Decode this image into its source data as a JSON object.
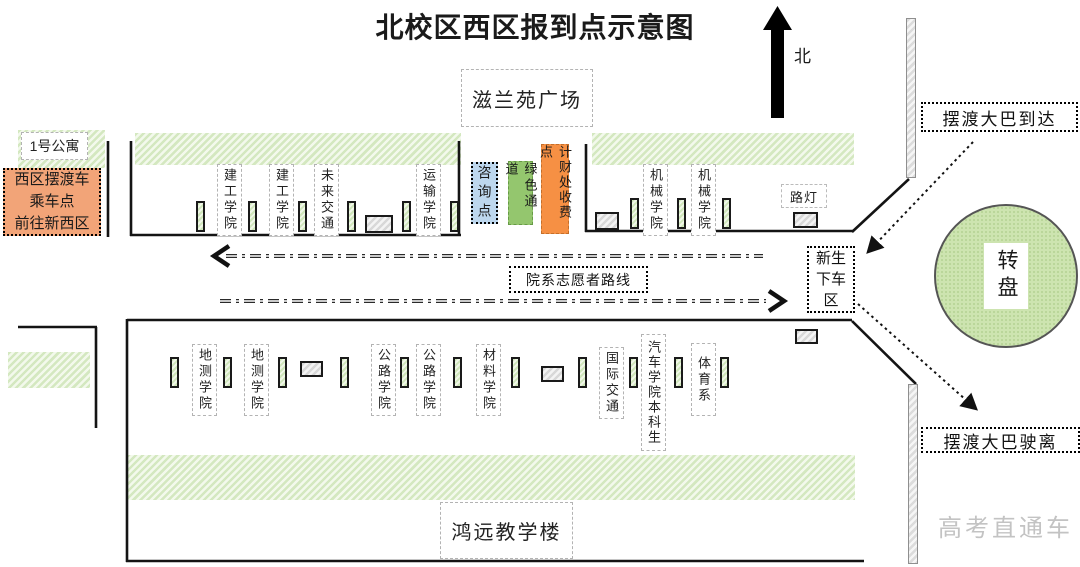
{
  "title": "北校区西区报到点示意图",
  "compass": {
    "north_label": "北"
  },
  "watermark": "高考直通车",
  "boxes": {
    "plaza": "滋兰苑广场",
    "apartment_1": "1号公寓",
    "west_shuttle": "西区摆渡车\n乘车点\n前往新西区",
    "consult_point": "咨询点",
    "green_channel": "绿色通道",
    "finance_fee_point": "计财处收费点",
    "street_lamp": "路灯",
    "bus_arrival": "摆渡大巴到达",
    "bus_departure": "摆渡大巴驶离",
    "freshman_dropoff": "新生\n下车\n区",
    "volunteer_route": "院系志愿者路线",
    "roundabout": "转盘",
    "teaching_building": "鸿远教学楼"
  },
  "buildings": {
    "north_left": [
      "建工学院",
      "建工学院",
      "未来交通",
      "运输学院"
    ],
    "north_right": [
      "机械学院",
      "机械学院"
    ],
    "south": [
      "地测学院",
      "地测学院",
      "公路学院",
      "公路学院",
      "材料学院",
      "国际交通",
      "汽车学院本科生",
      "体育系"
    ]
  },
  "colors": {
    "shuttle_orange": "#F2A478",
    "fee_orange": "#F69044",
    "consult_blue": "#BDD7EE",
    "channel_green": "#94C66E",
    "hatch_green": "#D4E8C0",
    "roundabout_green": "#CDE4B0"
  }
}
